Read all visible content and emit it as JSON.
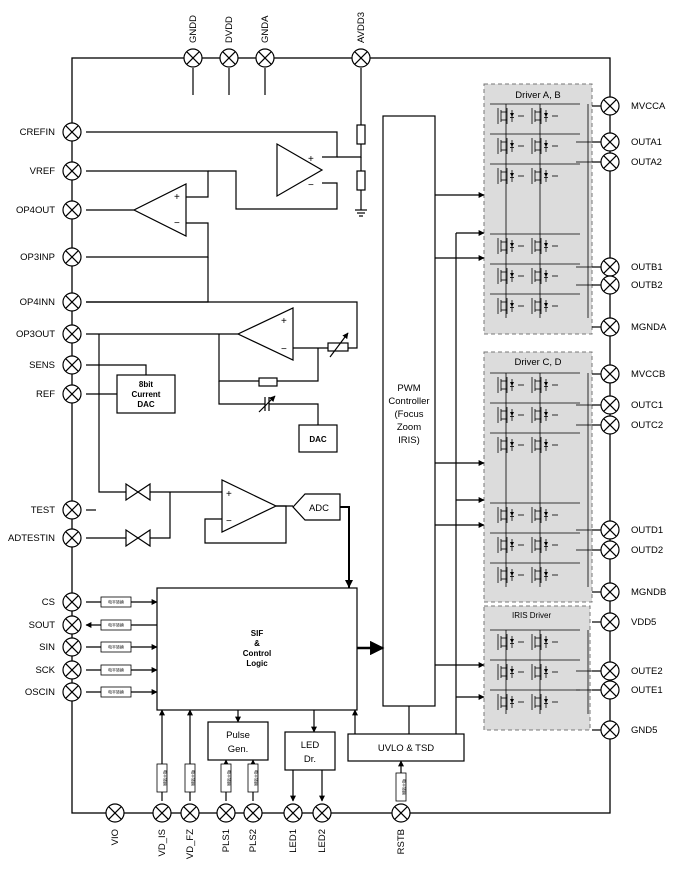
{
  "pins": {
    "top": [
      "GNDD",
      "DVDD",
      "GNDA",
      "AVDD3"
    ],
    "left": [
      "CREFIN",
      "VREF",
      "OP4OUT",
      "OP3INP",
      "OP4INN",
      "OP3OUT",
      "SENS",
      "REF",
      "TEST",
      "ADTESTIN",
      "CS",
      "SOUT",
      "SIN",
      "SCK",
      "OSCIN"
    ],
    "right": [
      "MVCCA",
      "OUTA1",
      "OUTA2",
      "OUTB1",
      "OUTB2",
      "MGNDA",
      "MVCCB",
      "OUTC1",
      "OUTC2",
      "OUTD1",
      "OUTD2",
      "MGNDB",
      "VDD5",
      "OUTE2",
      "OUTE1",
      "GND5"
    ],
    "bottom": [
      "VIO",
      "VD_IS",
      "VD_FZ",
      "PLS1",
      "PLS2",
      "LED1",
      "LED2",
      "RSTB"
    ]
  },
  "blocks": {
    "dac8": [
      "8bit",
      "Current",
      "DAC"
    ],
    "dac": "DAC",
    "adc": "ADC",
    "pwm": [
      "PWM",
      "Controller",
      "(Focus",
      "Zoom",
      "IRIS)"
    ],
    "sif": [
      "SIF",
      "&",
      "Control",
      "Logic"
    ],
    "pulse": [
      "Pulse",
      "Gen."
    ],
    "led": [
      "LED",
      "Dr."
    ],
    "uvlo": "UVLO & TSD",
    "driver_ab": "Driver A, B",
    "driver_cd": "Driver C, D",
    "iris": "IRIS Driver"
  },
  "level_shifter_label": "电平转换",
  "op_signs": {
    "plus": "+",
    "minus": "−"
  }
}
